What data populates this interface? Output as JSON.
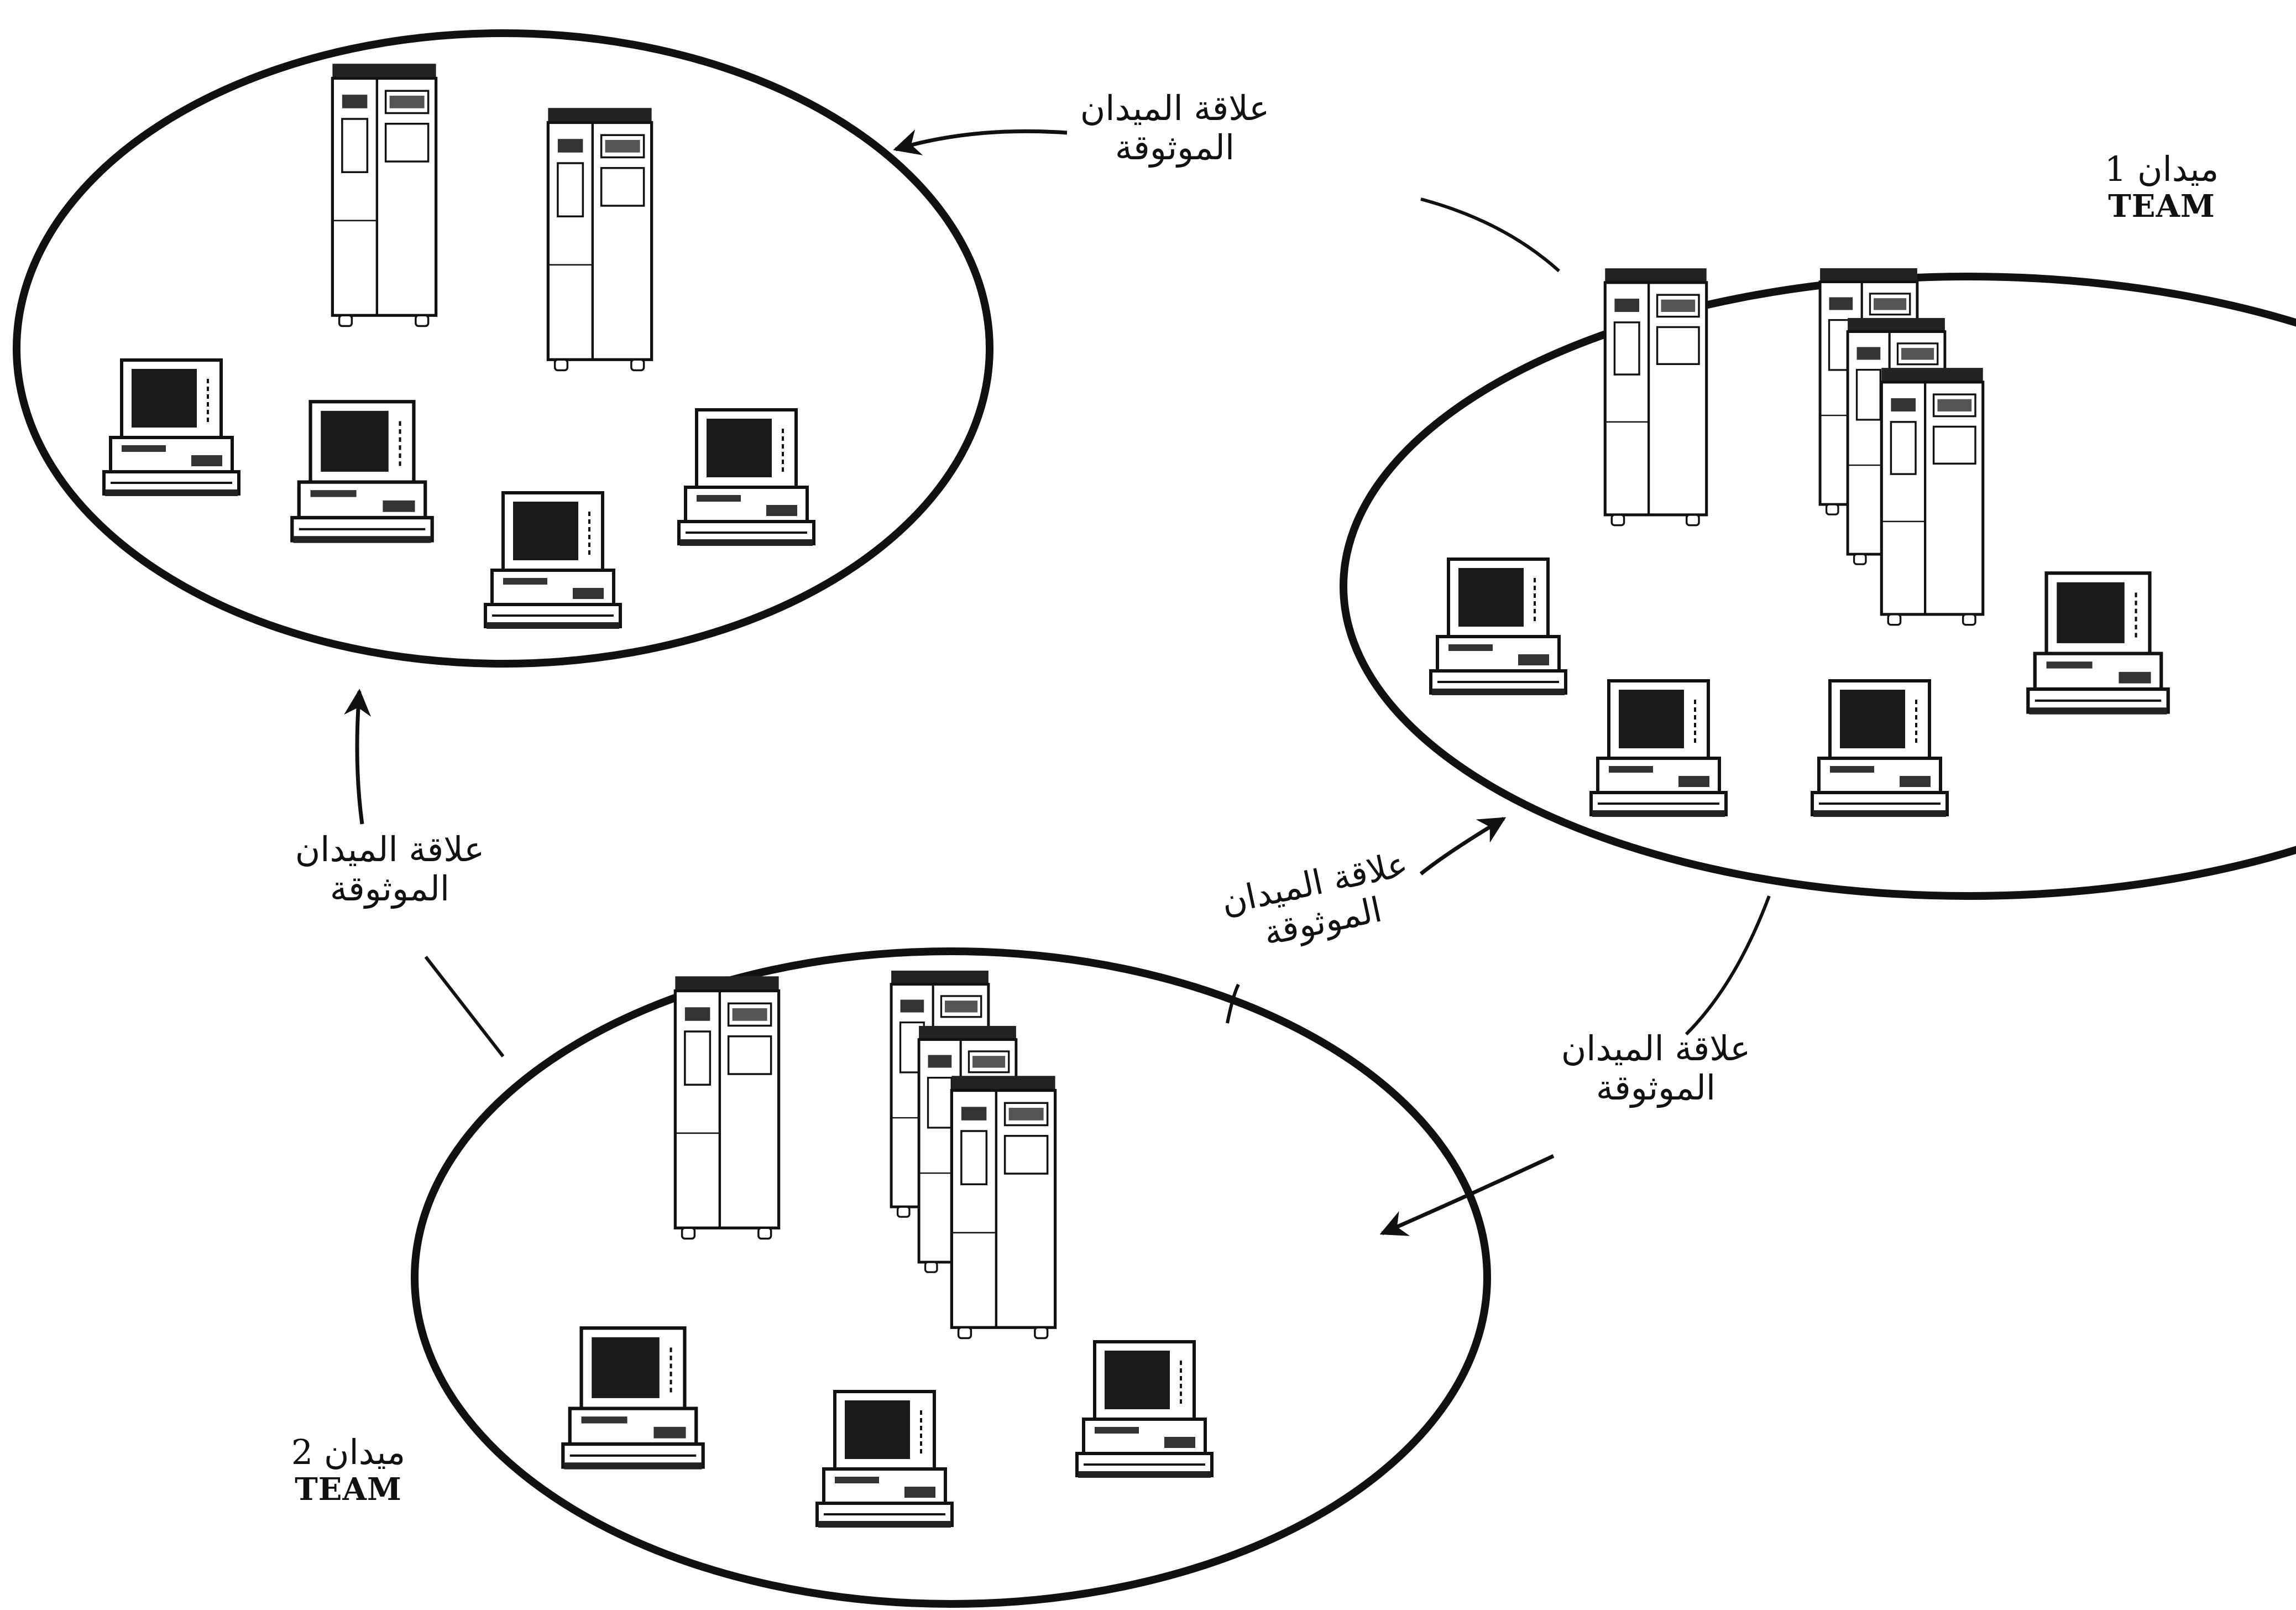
{
  "trust_label": {
    "line1": "علاقة الميدان",
    "line2": "الموثوقة"
  },
  "domain1": {
    "name": "ميدان 1",
    "team": "TEAM"
  },
  "domain2": {
    "name": "ميدان 2",
    "team": "TEAM"
  },
  "icons": {
    "server": "server-tower-icon",
    "workstation": "workstation-computer-icon"
  }
}
